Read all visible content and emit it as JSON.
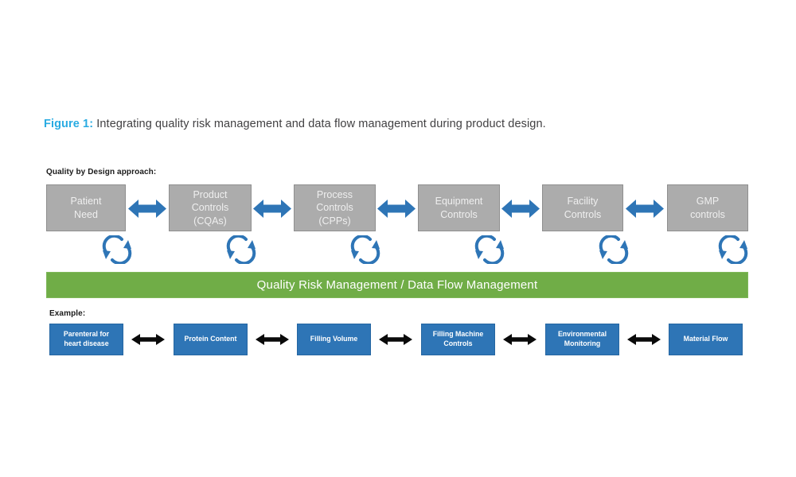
{
  "figure": {
    "label": "Figure 1:",
    "caption": " Integrating quality risk management and data flow management during product design."
  },
  "qbd": {
    "heading": "Quality by Design approach:",
    "boxes": [
      {
        "label": "Patient\nNeed"
      },
      {
        "label": "Product\nControls\n(CQAs)"
      },
      {
        "label": "Process\nControls\n(CPPs)"
      },
      {
        "label": "Equipment\nControls"
      },
      {
        "label": "Facility\nControls"
      },
      {
        "label": "GMP\ncontrols"
      }
    ]
  },
  "qrm_bar": {
    "label": "Quality Risk Management / Data Flow Management"
  },
  "example": {
    "heading": "Example:",
    "boxes": [
      {
        "label": "Parenteral for\nheart disease"
      },
      {
        "label": "Protein Content"
      },
      {
        "label": "Filling Volume"
      },
      {
        "label": "Filling Machine\nControls"
      },
      {
        "label": "Environmental\nMonitoring"
      },
      {
        "label": "Material Flow"
      }
    ]
  },
  "colors": {
    "figure_label": "#29ABE2",
    "caption_text": "#414042",
    "gray_box_fill": "#ACACAC",
    "gray_box_border": "#8F8F8F",
    "gray_box_text": "#EFEFEF",
    "arrow_blue": "#2E75B6",
    "cycle_blue": "#2E75B6",
    "green_bar_fill": "#70AD47",
    "green_bar_border": "#7FB85A",
    "blue_box_fill": "#2E75B6",
    "blue_box_border": "#2566A2",
    "arrow_black": "#0A0A0A"
  }
}
